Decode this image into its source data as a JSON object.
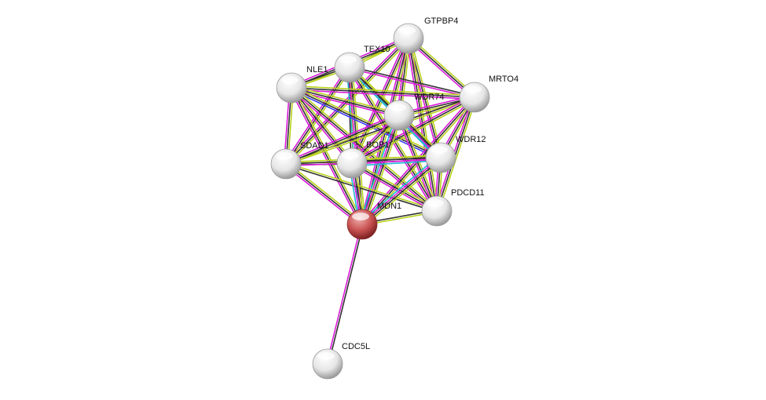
{
  "evidence_colors": {
    "t": "#b9d21e",
    "c": "#333333",
    "e": "#d81ad8",
    "d": "#1fb8d6",
    "h": "#3b3bff"
  },
  "query_node_color": "#c44a4a",
  "nodes": [
    {
      "id": "GTPBP4",
      "label": "GTPBP4"
    },
    {
      "id": "TEX10",
      "label": "TEX10"
    },
    {
      "id": "NLE1",
      "label": "NLE1"
    },
    {
      "id": "MRTO4",
      "label": "MRTO4"
    },
    {
      "id": "WDR74",
      "label": "WDR74"
    },
    {
      "id": "SDAD1",
      "label": "SDAD1"
    },
    {
      "id": "BOP1",
      "label": "BOP1"
    },
    {
      "id": "WDR12",
      "label": "WDR12"
    },
    {
      "id": "PDCD11",
      "label": "PDCD11"
    },
    {
      "id": "MDN1",
      "label": "MDN1",
      "query": true
    },
    {
      "id": "CDC5L",
      "label": "CDC5L"
    }
  ],
  "edges": [
    [
      "GTPBP4",
      "TEX10",
      "tc"
    ],
    [
      "GTPBP4",
      "NLE1",
      "tce"
    ],
    [
      "GTPBP4",
      "MRTO4",
      "tce"
    ],
    [
      "GTPBP4",
      "WDR74",
      "tce"
    ],
    [
      "GTPBP4",
      "SDAD1",
      "tce"
    ],
    [
      "GTPBP4",
      "BOP1",
      "tce"
    ],
    [
      "GTPBP4",
      "WDR12",
      "tce"
    ],
    [
      "GTPBP4",
      "PDCD11",
      "tce"
    ],
    [
      "GTPBP4",
      "MDN1",
      "tce"
    ],
    [
      "TEX10",
      "NLE1",
      "tc"
    ],
    [
      "TEX10",
      "MRTO4",
      "ce"
    ],
    [
      "TEX10",
      "WDR74",
      "tcd"
    ],
    [
      "TEX10",
      "SDAD1",
      "tce"
    ],
    [
      "TEX10",
      "BOP1",
      "tc"
    ],
    [
      "TEX10",
      "WDR12",
      "tcd"
    ],
    [
      "TEX10",
      "PDCD11",
      "tce"
    ],
    [
      "TEX10",
      "MDN1",
      "tced"
    ],
    [
      "NLE1",
      "MRTO4",
      "tce"
    ],
    [
      "NLE1",
      "WDR74",
      "tce"
    ],
    [
      "NLE1",
      "SDAD1",
      "tce"
    ],
    [
      "NLE1",
      "BOP1",
      "tce"
    ],
    [
      "NLE1",
      "WDR12",
      "tch"
    ],
    [
      "NLE1",
      "PDCD11",
      "tce"
    ],
    [
      "NLE1",
      "MDN1",
      "tce"
    ],
    [
      "MRTO4",
      "WDR74",
      "tce"
    ],
    [
      "MRTO4",
      "SDAD1",
      "tc"
    ],
    [
      "MRTO4",
      "BOP1",
      "tce"
    ],
    [
      "MRTO4",
      "WDR12",
      "tce"
    ],
    [
      "MRTO4",
      "PDCD11",
      "tce"
    ],
    [
      "MRTO4",
      "MDN1",
      "tce"
    ],
    [
      "WDR74",
      "SDAD1",
      "tce"
    ],
    [
      "WDR74",
      "BOP1",
      "tce"
    ],
    [
      "WDR74",
      "WDR12",
      "tced"
    ],
    [
      "WDR74",
      "PDCD11",
      "tce"
    ],
    [
      "WDR74",
      "MDN1",
      "tced"
    ],
    [
      "SDAD1",
      "BOP1",
      "tc"
    ],
    [
      "SDAD1",
      "WDR12",
      "tce"
    ],
    [
      "SDAD1",
      "PDCD11",
      "tc"
    ],
    [
      "SDAD1",
      "MDN1",
      "tce"
    ],
    [
      "BOP1",
      "WDR12",
      "tced"
    ],
    [
      "BOP1",
      "PDCD11",
      "tce"
    ],
    [
      "BOP1",
      "MDN1",
      "tced"
    ],
    [
      "WDR12",
      "PDCD11",
      "tce"
    ],
    [
      "WDR12",
      "MDN1",
      "tced"
    ],
    [
      "PDCD11",
      "MDN1",
      "tc"
    ],
    [
      "MDN1",
      "CDC5L",
      "ce"
    ]
  ]
}
